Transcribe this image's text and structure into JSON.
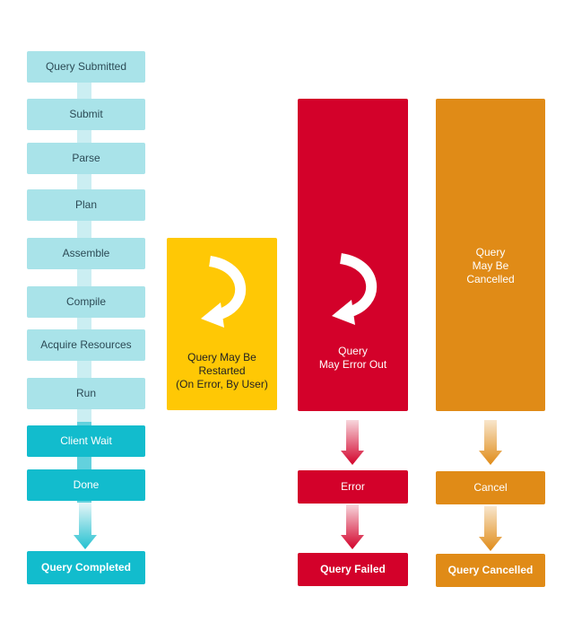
{
  "colors": {
    "lifecycle_light": "#a9e3e9",
    "lifecycle_dark": "#12bccd",
    "restart": "#ffc805",
    "error": "#d3012a",
    "cancel": "#e08b17"
  },
  "lifecycle": {
    "steps": [
      "Query Submitted",
      "Submit",
      "Parse",
      "Plan",
      "Assemble",
      "Compile",
      "Acquire Resources",
      "Run",
      "Client Wait",
      "Done"
    ],
    "end": "Query Completed"
  },
  "restart": {
    "icon": "curved-arrow-icon",
    "lines": [
      "Query May Be",
      "Restarted",
      "(On Error, By User)"
    ]
  },
  "error": {
    "icon": "curved-arrow-icon",
    "lines": [
      "Query",
      "May Error Out"
    ],
    "state": "Error",
    "end": "Query Failed"
  },
  "cancel": {
    "lines": [
      "Query",
      "May Be",
      "Cancelled"
    ],
    "state": "Cancel",
    "end": "Query Cancelled"
  }
}
